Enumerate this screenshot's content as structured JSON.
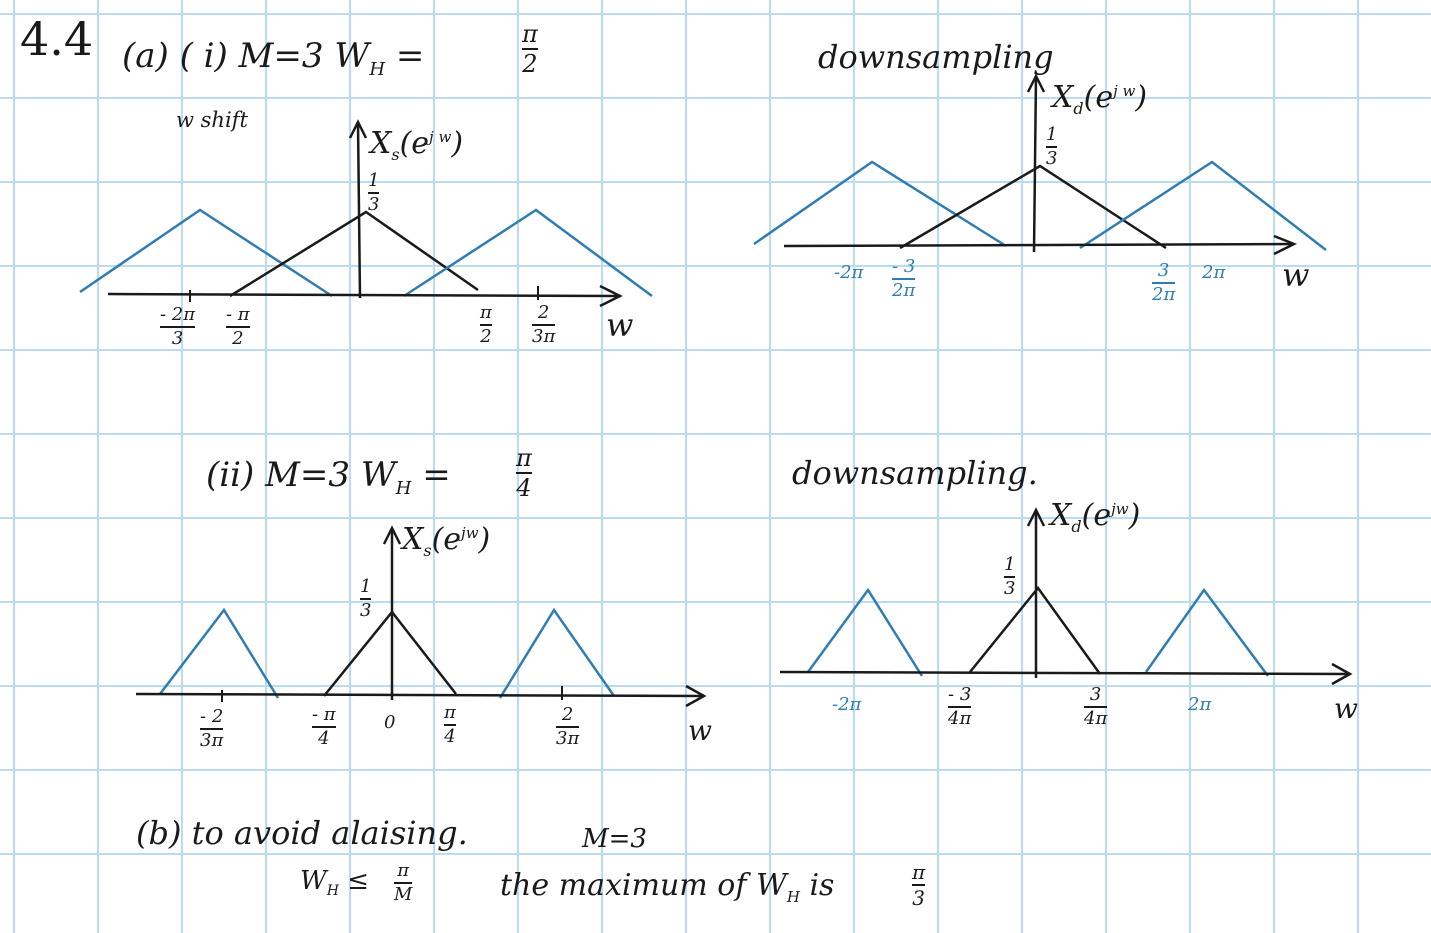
{
  "header": {
    "problem_number": "4.4",
    "part_a_i": "(a) ( i)  M=3  W",
    "part_a_i_sub": "H",
    "wh_frac_num_i": "π",
    "wh_frac_den_i": "2",
    "shift_note": "w shift",
    "downsampling_label_1": "downsampling",
    "part_a_ii": "(ii)  M=3  W",
    "part_a_ii_sub": "H",
    "wh_frac_num_ii": "π",
    "wh_frac_den_ii": "4",
    "downsampling_label_2": "downsampling."
  },
  "plot1": {
    "ylabel": "X",
    "ylabel_sub": "s",
    "ylabel_arg": "(e",
    "ylabel_sup": "j w",
    "ylabel_close": ")",
    "peak_num": "1",
    "peak_den": "3",
    "xlabel": "w",
    "ticks": [
      {
        "text": "- 2π",
        "den": "3"
      },
      {
        "text": "- π",
        "den": "2"
      },
      {
        "text": "π",
        "den": "2"
      },
      {
        "text": "2",
        "den": "3π"
      }
    ]
  },
  "plot2": {
    "ylabel": "X",
    "ylabel_sub": "d",
    "ylabel_arg": "(e",
    "ylabel_sup": "j w",
    "ylabel_close": ")",
    "peak_num": "1",
    "peak_den": "3",
    "xlabel": "w",
    "ticks": [
      {
        "text": "-2π"
      },
      {
        "text": "- 3",
        "den": "2π"
      },
      {
        "text": "3",
        "den": "2π"
      },
      {
        "text": "2π"
      }
    ]
  },
  "plot3": {
    "ylabel": "X",
    "ylabel_sub": "s",
    "ylabel_arg": "(e",
    "ylabel_sup": "jw",
    "ylabel_close": ")",
    "peak_num": "1",
    "peak_den": "3",
    "xlabel": "w",
    "ticks": [
      {
        "text": "- 2",
        "den": "3π"
      },
      {
        "text": "- π",
        "den": "4"
      },
      {
        "text": "0"
      },
      {
        "text": "π",
        "den": "4"
      },
      {
        "text": "2",
        "den": "3π"
      }
    ]
  },
  "plot4": {
    "ylabel": "X",
    "ylabel_sub": "d",
    "ylabel_arg": "(e",
    "ylabel_sup": "jw",
    "ylabel_close": ")",
    "peak_num": "1",
    "peak_den": "3",
    "xlabel": "w",
    "ticks": [
      {
        "text": "-2π"
      },
      {
        "text": "- 3",
        "den": "4π"
      },
      {
        "text": "3",
        "den": "4π"
      },
      {
        "text": "2π"
      }
    ]
  },
  "part_b": {
    "line1": "(b) to avoid alaising.",
    "m_note": "M=3",
    "cond_lhs": "W",
    "cond_sub": "H",
    "cond_op": " ≤ ",
    "cond_num": "π",
    "cond_den": "M",
    "conclusion": "the maximum of W",
    "conclusion_sub": "H",
    "conclusion_is": " is",
    "answer_num": "π",
    "answer_den": "3"
  },
  "colors": {
    "ink": "#1a1a1a",
    "blue": "#2f7db3",
    "grid": "#b9dcef"
  }
}
